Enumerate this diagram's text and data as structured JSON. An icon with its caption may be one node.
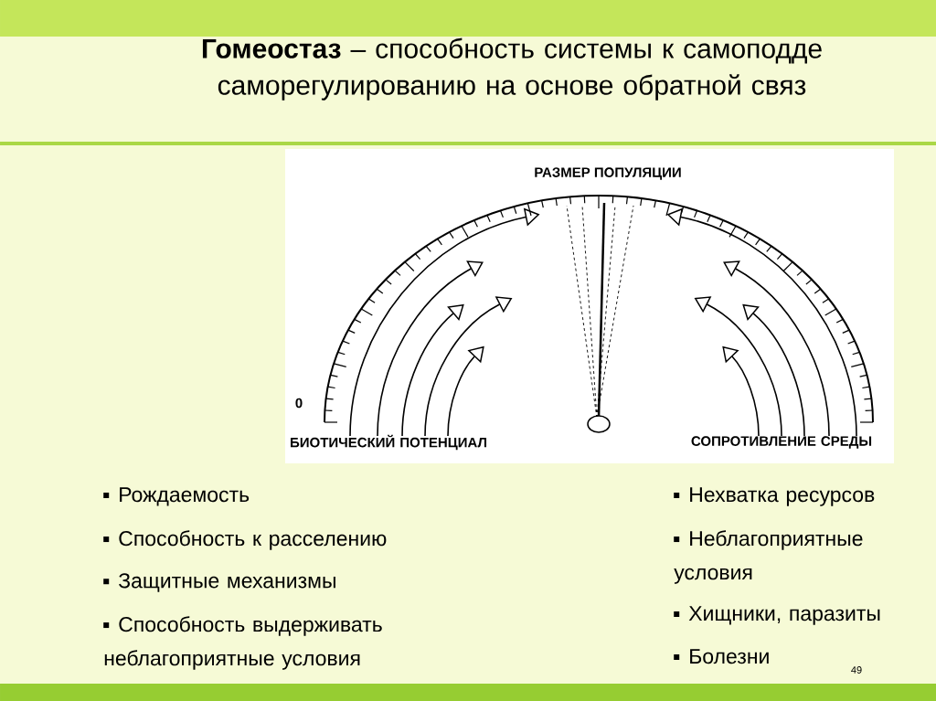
{
  "diagram": {
    "title": "**Гомеостаз** – способность системы к самоподде саморегулированию на основе обратной связ",
    "labels": [
      "РАЗМЕР ПОПУЛЯЦИИ",
      "0",
      "БИОТИЧЕСКИЙ ПОТЕНЦИАЛ",
      "СОПРОТИВЛЕНИЕ СРЕДЫ",
      "Рождаемость",
      "Способность к расселению",
      "Защитные механизмы",
      "Способность выдерживать неблагоприятные условия",
      "Нехватка ресурсов",
      "Неблагоприятные условия",
      "Хищники, паразиты",
      "Болезни",
      "49"
    ]
  }
}
